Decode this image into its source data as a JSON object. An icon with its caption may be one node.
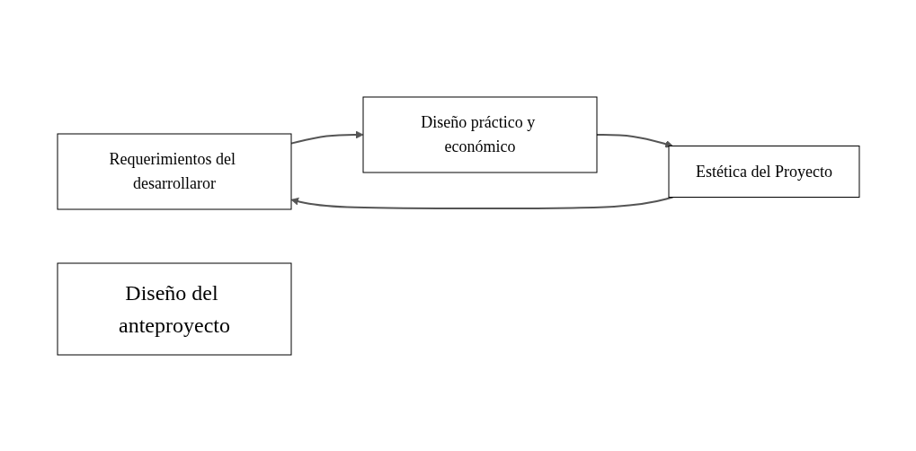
{
  "diagram": {
    "nodes": [
      {
        "text": [
          "Requerimientos del desarrollaror"
        ]
      },
      {
        "text": [
          "Diseño del anteproyecto"
        ]
      },
      {
        "text": [
          "Estética del Proyecto"
        ]
      },
      {
        "text": [
          "Diseño práctico y económico"
        ]
      }
    ],
    "edges": [
      {
        "from": 0,
        "to": 3,
        "arrow": "to"
      },
      {
        "from": 3,
        "to": 2,
        "arrow": "to"
      },
      {
        "from": 2,
        "to": 0,
        "arrow": "to"
      }
    ]
  }
}
